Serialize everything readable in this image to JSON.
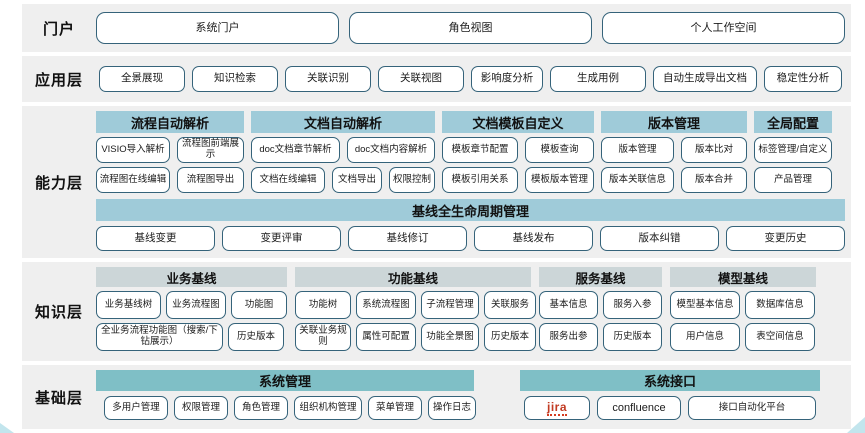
{
  "colors": {
    "band_bg": "#efefef",
    "pill_border": "#35637a",
    "header_blue": "#9fcbd9",
    "header_teal": "#7fbfc6",
    "header_gray": "#ccd6d8",
    "page_bg": "#ffffff",
    "jira_red": "#c23b22"
  },
  "layers": [
    {
      "label": "门户",
      "items": [
        "系统门户",
        "角色视图",
        "个人工作空间"
      ]
    },
    {
      "label": "应用层",
      "items": [
        "全景展现",
        "知识检索",
        "关联识别",
        "关联视图",
        "影响度分析",
        "生成用例",
        "自动生成导出文档",
        "稳定性分析"
      ]
    },
    {
      "label": "能力层",
      "groups": [
        {
          "title": "流程自动解析",
          "rows": [
            [
              "VISIO导入解析",
              "流程图前端展示"
            ],
            [
              "流程图在线编辑",
              "流程图导出"
            ]
          ]
        },
        {
          "title": "文档自动解析",
          "rows": [
            [
              "doc文档章节解析",
              "doc文档内容解析"
            ],
            [
              "文档在线编辑",
              "文档导出",
              "权限控制"
            ]
          ]
        },
        {
          "title": "文档模板自定义",
          "rows": [
            [
              "模板章节配置",
              "模板查询"
            ],
            [
              "模板引用关系",
              "模板版本管理"
            ]
          ]
        },
        {
          "title": "版本管理",
          "rows": [
            [
              "版本管理",
              "版本比对"
            ],
            [
              "版本关联信息",
              "版本合并"
            ]
          ]
        },
        {
          "title": "全局配置",
          "rows": [
            [
              "标签管理/自定义"
            ],
            [
              "产品管理"
            ]
          ]
        }
      ],
      "fullwidth_group": {
        "title": "基线全生命周期管理",
        "items": [
          "基线变更",
          "变更评审",
          "基线修订",
          "基线发布",
          "版本纠错",
          "变更历史"
        ]
      }
    },
    {
      "label": "知识层",
      "groups": [
        {
          "title": "业务基线",
          "rows": [
            [
              "业务基线树",
              "业务流程图",
              "功能图"
            ],
            [
              "全业务流程功能图（搜索/下钻展示）",
              "历史版本"
            ]
          ]
        },
        {
          "title": "功能基线",
          "rows": [
            [
              "功能树",
              "系统流程图",
              "子流程管理",
              "关联服务"
            ],
            [
              "关联业务规则",
              "属性可配置",
              "功能全景图",
              "历史版本"
            ]
          ]
        },
        {
          "title": "服务基线",
          "rows": [
            [
              "基本信息",
              "服务入参"
            ],
            [
              "服务出参",
              "历史版本"
            ]
          ]
        },
        {
          "title": "模型基线",
          "rows": [
            [
              "模型基本信息",
              "数据库信息"
            ],
            [
              "用户信息",
              "表空间信息"
            ]
          ]
        }
      ]
    },
    {
      "label": "基础层",
      "groups": [
        {
          "title": "系统管理",
          "rows": [
            [
              "多用户管理",
              "权限管理",
              "角色管理",
              "组织机构管理",
              "菜单管理",
              "操作日志"
            ]
          ]
        },
        {
          "title": "系统接口",
          "rows": [
            [
              "jira",
              "confluence",
              "接口自动化平台"
            ]
          ]
        }
      ]
    }
  ]
}
